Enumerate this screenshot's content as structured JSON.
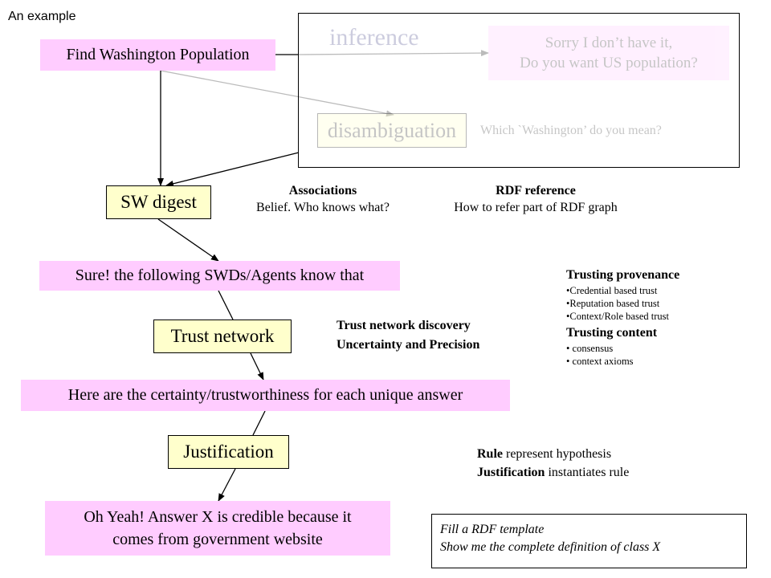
{
  "title": "An example",
  "nodes": {
    "find": "Find Washington Population",
    "inference": "inference",
    "sorry_line1": "Sorry I don’t have it,",
    "sorry_line2": "Do you want US population?",
    "disambiguation": "disambiguation",
    "which": "Which `Washington’ do you mean?",
    "sw_digest": "SW digest",
    "sure": "Sure! the following SWDs/Agents know that",
    "trust_network": "Trust network",
    "certainty": "Here are the certainty/trustworthiness for each unique answer",
    "justification": "Justification",
    "ohyeah_line1": "Oh Yeah! Answer X is credible because it",
    "ohyeah_line2": "comes from government website"
  },
  "notes": {
    "associations_title": "Associations",
    "associations_text": "Belief. Who knows what?",
    "rdf_ref_title": "RDF reference",
    "rdf_ref_text": "How to refer part of RDF graph",
    "trust_discovery_1": "Trust network discovery",
    "trust_discovery_2": "Uncertainty and Precision",
    "trusting_provenance": "Trusting provenance",
    "provenance_items": [
      "Credential based trust",
      "Reputation based trust",
      "Context/Role based trust"
    ],
    "trusting_content": "Trusting content",
    "content_items": [
      "consensus",
      "context axioms"
    ],
    "rule_bold": "Rule",
    "rule_text": " represent hypothesis",
    "justification_bold": "Justification",
    "justification_text": " instantiates rule",
    "template_line1": "Fill a RDF template",
    "template_line2": "Show me the complete definition of class X"
  },
  "colors": {
    "pink": "#ffccff",
    "yellow": "#ffffcc"
  }
}
